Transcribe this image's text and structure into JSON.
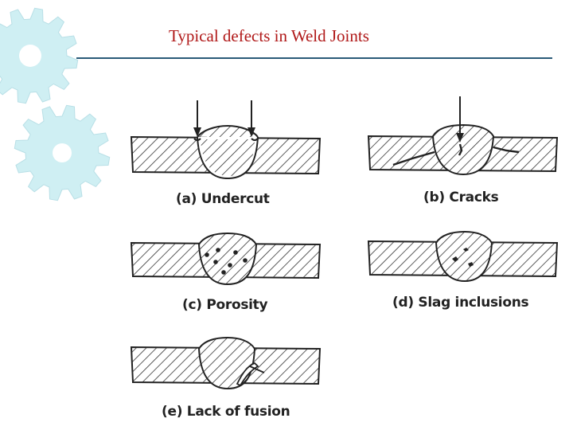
{
  "title": "Typical defects in Weld Joints",
  "colors": {
    "title": "#b01818",
    "rule": "#2a5a78",
    "gear": "#cfeff3",
    "ink": "#222222"
  },
  "icons": [
    "gear-icon",
    "gear-icon"
  ],
  "panels": [
    {
      "id": "a",
      "caption": "(a) Undercut"
    },
    {
      "id": "b",
      "caption": "(b) Cracks"
    },
    {
      "id": "c",
      "caption": "(c) Porosity"
    },
    {
      "id": "d",
      "caption": "(d) Slag inclusions"
    },
    {
      "id": "e",
      "caption": "(e) Lack of fusion"
    }
  ]
}
